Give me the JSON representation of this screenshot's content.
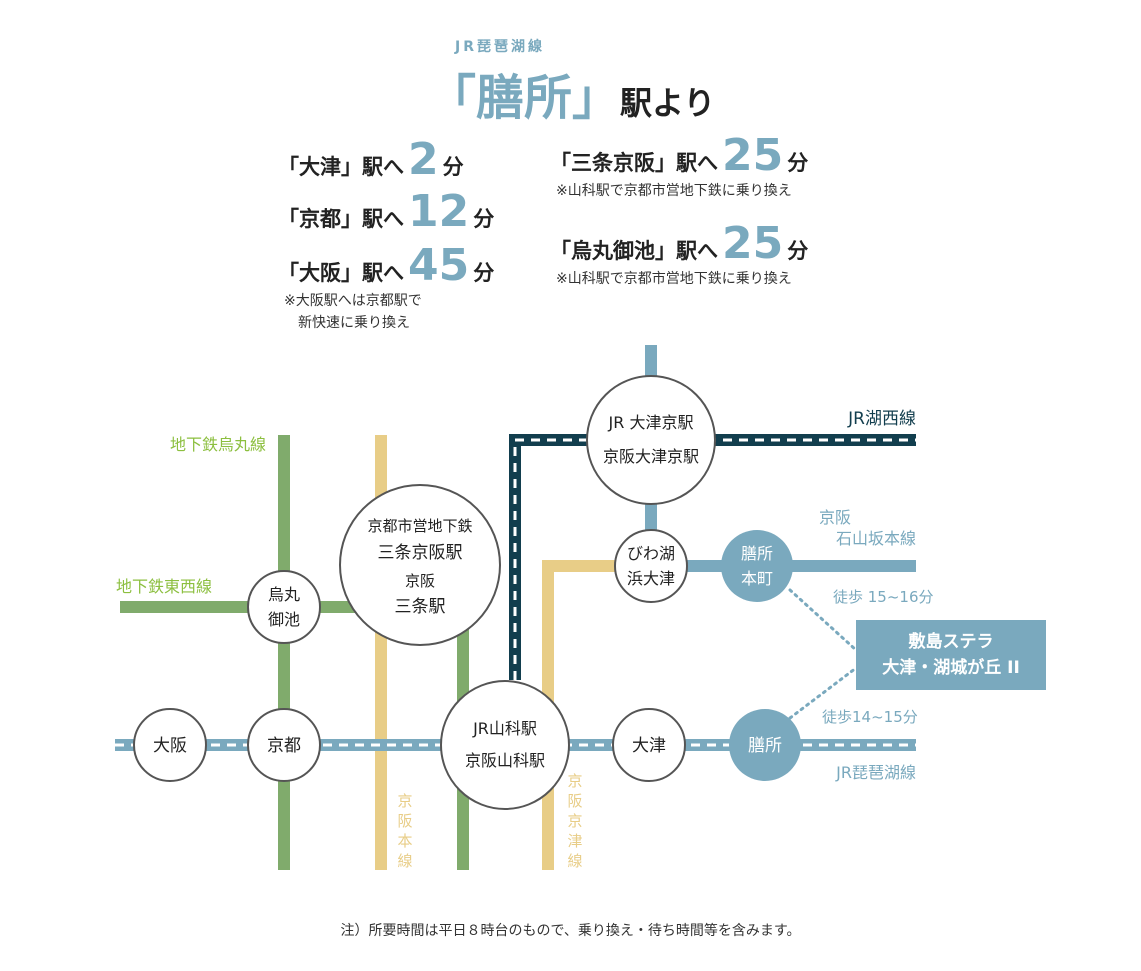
{
  "header": {
    "line_name": "JR琵琶湖線",
    "station_open": "「",
    "station": "膳所",
    "station_close": "」",
    "suffix": "駅より"
  },
  "routes": [
    {
      "prefix": "「大津」駅へ",
      "minutes": "2",
      "unit": "分"
    },
    {
      "prefix": "「京都」駅へ",
      "minutes": "12",
      "unit": "分"
    },
    {
      "prefix": "「大阪」駅へ",
      "minutes": "45",
      "unit": "分",
      "note1": "※大阪駅へは京都駅で",
      "note2": "新快速に乗り換え"
    },
    {
      "prefix": "「三条京阪」駅へ",
      "minutes": "25",
      "unit": "分",
      "note1": "※山科駅で京都市営地下鉄に乗り換え"
    },
    {
      "prefix": "「烏丸御池」駅へ",
      "minutes": "25",
      "unit": "分",
      "note1": "※山科駅で京都市営地下鉄に乗り換え"
    }
  ],
  "lines": {
    "karasuma": "地下鉄烏丸線",
    "tozai": "地下鉄東西線",
    "kosei": "JR湖西線",
    "ishiyama_1": "京阪",
    "ishiyama_2": "石山坂本線",
    "biwako": "JR琵琶湖線",
    "keihan_main": [
      "京",
      "阪",
      "本",
      "線"
    ],
    "keishin": [
      "京",
      "阪",
      "京",
      "津",
      "線"
    ]
  },
  "stations": {
    "otsukyo_1": "JR 大津京駅",
    "otsukyo_2": "京阪大津京駅",
    "sanjo_1": "京都市営地下鉄",
    "sanjo_2": "三条京阪駅",
    "sanjo_3": "京阪",
    "sanjo_4": "三条駅",
    "karasuma_1": "烏丸",
    "karasuma_2": "御池",
    "biwako_1": "びわ湖",
    "biwako_2": "浜大津",
    "zeze_honmachi_1": "膳所",
    "zeze_honmachi_2": "本町",
    "osaka": "大阪",
    "kyoto": "京都",
    "yamashina_1": "JR山科駅",
    "yamashina_2": "京阪山科駅",
    "otsu": "大津",
    "zeze": "膳所"
  },
  "destination": {
    "line1": "敷島ステラ",
    "line2": "大津・湖城が丘 II",
    "walk_from_honmachi": "徒歩 15~16分",
    "walk_from_zeze": "徒歩14~15分"
  },
  "colors": {
    "jr_biwako": "#7aa9be",
    "jr_kosei": "#123e4e",
    "subway_green": "#80ab6c",
    "keihan_yellow": "#e8cd87",
    "keihan_blue": "#7aa9be",
    "label_green": "#8cbf3f"
  },
  "footer": "注）所要時間は平日８時台のもので、乗り換え・待ち時間等を含みます。"
}
